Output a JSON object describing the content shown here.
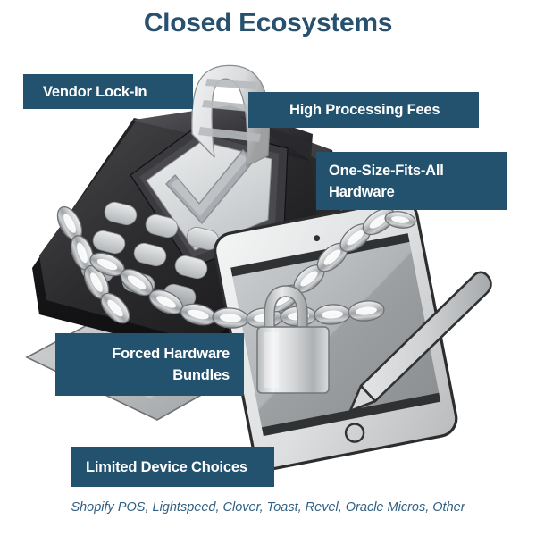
{
  "page": {
    "title": "Closed Ecosystems",
    "background_color": "#ffffff",
    "accent_color": "#22526e",
    "title_color": "#27516f",
    "footer_color": "#2f5f82"
  },
  "labels": [
    {
      "id": "vendor-lock-in",
      "line1": "Vendor Lock-In"
    },
    {
      "id": "high-fees",
      "line1": "High Processing Fees"
    },
    {
      "id": "one-size",
      "line1": "One-Size-Fits-All",
      "line2": "Hardware"
    },
    {
      "id": "forced-bundles",
      "line1": "Forced Hardware",
      "line2": "Bundles"
    },
    {
      "id": "limited-device",
      "line1": "Limited Device Choices"
    }
  ],
  "illustration": {
    "alt": "Payment terminal and tablet wrapped in chains with a padlock",
    "elements": [
      "pos-terminal",
      "receipt-paper",
      "terminal-screen-checkmark",
      "terminal-keypad",
      "tablet",
      "stylus",
      "chain",
      "padlock"
    ]
  },
  "footer": {
    "vendors": "Shopify POS, Lightspeed, Clover, Toast, Revel, Oracle Micros, Other"
  }
}
